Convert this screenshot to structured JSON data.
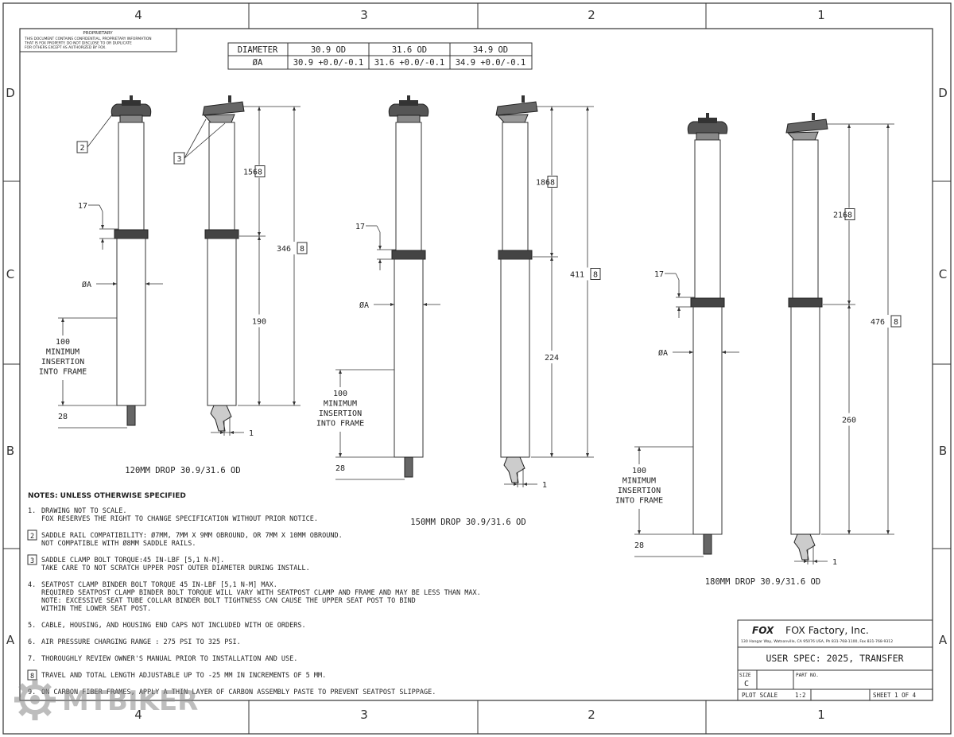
{
  "zones": {
    "cols": [
      "4",
      "3",
      "2",
      "1"
    ],
    "rows": [
      "D",
      "C",
      "B",
      "A"
    ]
  },
  "proprietary": {
    "heading": "PROPRIETARY",
    "lines": [
      "THIS DOCUMENT CONTAINS CONFIDENTIAL, PROPRIETARY INFORMATION",
      "THAT IS FOX PROPERTY.  DO NOT DISCLOSE TO OR DUPLICATE",
      "FOR OTHERS EXCEPT AS AUTHORIZED BY FOX."
    ]
  },
  "diameter_table": {
    "headers": [
      "DIAMETER",
      "30.9 OD",
      "31.6 OD",
      "34.9 OD"
    ],
    "row": [
      "ØA",
      "30.9 +0.0/-0.1",
      "31.6 +0.0/-0.1",
      "34.9 +0.0/-0.1"
    ]
  },
  "drawings": [
    {
      "caption": "120MM DROP  30.9/31.6 OD",
      "upper": "156",
      "total": "346",
      "lower": "190",
      "min": "17",
      "dia": "ØA",
      "insert": [
        "100",
        "MINIMUM",
        "INSERTION",
        "INTO FRAME"
      ],
      "bottom": "28",
      "small": "1",
      "note_box": "8"
    },
    {
      "caption": "150MM DROP  30.9/31.6 OD",
      "upper": "186",
      "total": "411",
      "lower": "224",
      "min": "17",
      "dia": "ØA",
      "insert": [
        "100",
        "MINIMUM",
        "INSERTION",
        "INTO FRAME"
      ],
      "bottom": "28",
      "small": "1",
      "note_box": "8"
    },
    {
      "caption": "180MM DROP  30.9/31.6 OD",
      "upper": "216",
      "total": "476",
      "lower": "260",
      "min": "17",
      "dia": "ØA",
      "insert": [
        "100",
        "MINIMUM",
        "INSERTION",
        "INTO FRAME"
      ],
      "bottom": "28",
      "small": "1",
      "note_box": "8"
    }
  ],
  "callouts": {
    "rail": "2",
    "clamp": "3"
  },
  "notes": {
    "heading": "NOTES: UNLESS OTHERWISE SPECIFIED",
    "items": [
      {
        "n": "1.",
        "boxed": false,
        "lines": [
          "DRAWING NOT TO SCALE.",
          "FOX RESERVES THE RIGHT TO CHANGE SPECIFICATION WITHOUT PRIOR NOTICE."
        ]
      },
      {
        "n": "2",
        "boxed": true,
        "lines": [
          "SADDLE RAIL COMPATIBILITY: Ø7MM, 7MM X 9MM OBROUND, OR 7MM X 10MM OBROUND.",
          "NOT COMPATIBLE WITH Ø8MM SADDLE RAILS."
        ]
      },
      {
        "n": "3",
        "boxed": true,
        "lines": [
          "SADDLE CLAMP BOLT TORQUE:45 IN-LBF [5,1 N-M].",
          "TAKE CARE TO NOT SCRATCH UPPER POST OUTER DIAMETER DURING INSTALL."
        ]
      },
      {
        "n": "4.",
        "boxed": false,
        "lines": [
          "SEATPOST CLAMP BINDER BOLT TORQUE 45 IN-LBF [5,1 N-M] MAX.",
          "REQUIRED SEATPOST CLAMP BINDER BOLT TORQUE WILL VARY WITH SEATPOST CLAMP AND FRAME AND MAY BE LESS THAN MAX.",
          "NOTE: EXCESSIVE SEAT TUBE COLLAR BINDER BOLT TIGHTNESS CAN CAUSE THE UPPER SEAT POST TO BIND",
          "WITHIN THE LOWER SEAT POST."
        ]
      },
      {
        "n": "5.",
        "boxed": false,
        "lines": [
          "CABLE, HOUSING, AND HOUSING END CAPS NOT INCLUDED WITH OE ORDERS."
        ]
      },
      {
        "n": "6.",
        "boxed": false,
        "lines": [
          "AIR PRESSURE CHARGING RANGE : 275 PSI TO 325 PSI."
        ]
      },
      {
        "n": "7.",
        "boxed": false,
        "lines": [
          "THOROUGHLY REVIEW OWNER'S MANUAL PRIOR TO INSTALLATION AND USE."
        ]
      },
      {
        "n": "8",
        "boxed": true,
        "lines": [
          "TRAVEL AND TOTAL LENGTH ADJUSTABLE UP TO -25 MM IN INCREMENTS OF 5 MM."
        ]
      },
      {
        "n": "9.",
        "boxed": false,
        "lines": [
          "ON CARBON FIBER FRAMES, APPLY A THIN LAYER OF CARBON ASSEMBLY PASTE TO PREVENT SEATPOST SLIPPAGE."
        ]
      }
    ]
  },
  "title_block": {
    "logo": "FOX",
    "company": "FOX Factory, Inc.",
    "address": "130 Hangar Way, Watsonville, CA 95076 USA, Ph 831-768-1100, Fax 831-768-9312",
    "title": "USER SPEC: 2025, TRANSFER",
    "size_label": "SIZE",
    "size": "C",
    "part_label": "PART NO.",
    "scale_label": "PLOT SCALE",
    "scale": "1:2",
    "sheet": "SHEET 1 OF 4"
  },
  "watermark": "MTBIKER"
}
